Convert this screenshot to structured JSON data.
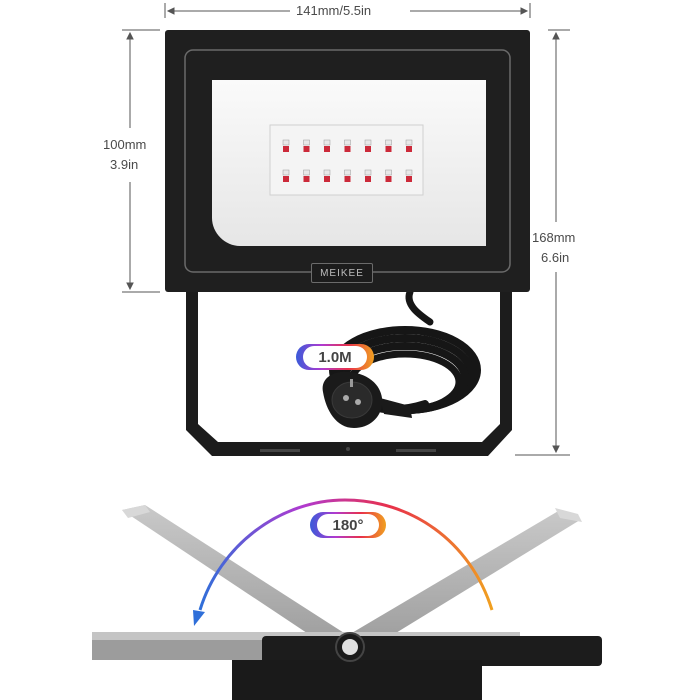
{
  "dimensions": {
    "width_label": "141mm/5.5in",
    "height_label_mm": "100mm",
    "height_label_in": "3.9in",
    "total_height_label_mm": "168mm",
    "total_height_label_in": "6.6in"
  },
  "product": {
    "brand": "MEIKEE",
    "led_colors": [
      "#e8e8e8",
      "#cc2a3a"
    ]
  },
  "cable": {
    "length_label": "1.0M"
  },
  "angle": {
    "label": "180°"
  },
  "colors": {
    "housing": "#1f1f1f",
    "gradient": [
      "#3a5bd9",
      "#b03ad0",
      "#e8304a",
      "#f0a020"
    ]
  }
}
